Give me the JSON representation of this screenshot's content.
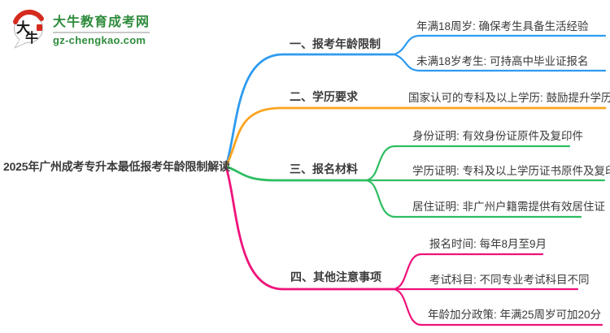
{
  "logo": {
    "icon_char1": "大",
    "icon_char2": "牛",
    "site_name": "大牛教育成考网",
    "site_url": "gz-chengkao.com",
    "brand_green": "#2e8b3c",
    "accent_red": "#d42b1e"
  },
  "title": "2025年广州成考专升本最低报考年龄限制解读",
  "text_color": "#3a3a3a",
  "branches": [
    {
      "label": "一、报考年龄限制",
      "color": "#2e9bf0",
      "children": [
        "年满18周岁: 确保考生具备生活经验",
        "未满18岁考生: 可持高中毕业证报名"
      ]
    },
    {
      "label": "二、学历要求",
      "color": "#fba41e",
      "children": [
        "国家认可的专科及以上学历: 鼓励提升学历"
      ]
    },
    {
      "label": "三、报名材料",
      "color": "#2ebd62",
      "children": [
        "身份证明: 有效身份证原件及复印件",
        "学历证明: 专科及以上学历证书原件及复印件",
        "居住证明: 非广州户籍需提供有效居住证"
      ]
    },
    {
      "label": "四、其他注意事项",
      "color": "#ef127b",
      "children": [
        "报名时间: 每年8月至9月",
        "考试科目: 不同专业考试科目不同",
        "年龄加分政策: 年满25周岁可加20分"
      ]
    }
  ]
}
